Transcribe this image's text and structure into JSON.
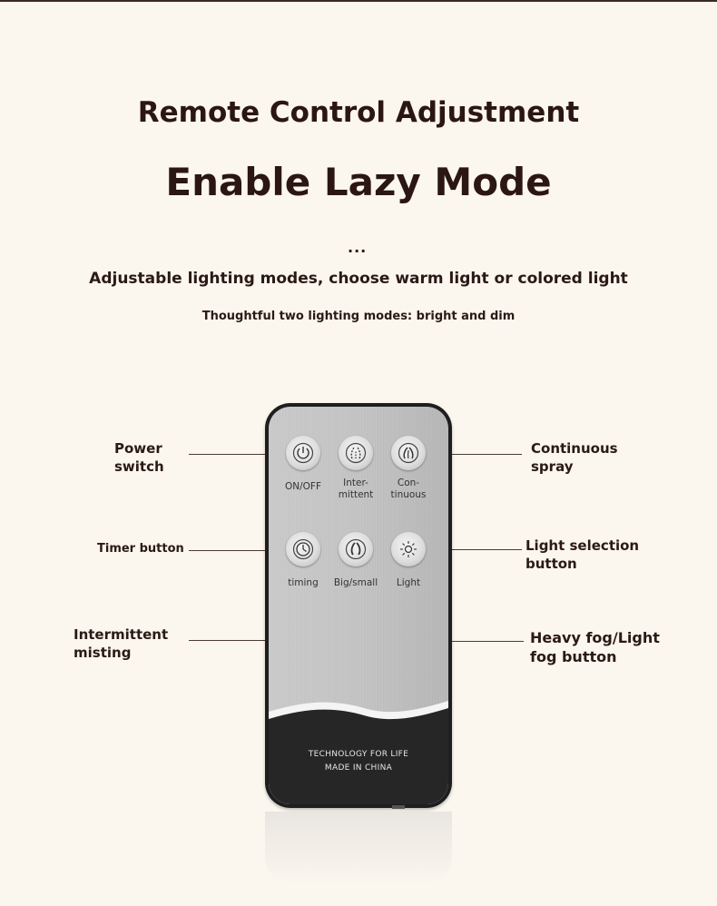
{
  "header": {
    "title": "Remote Control Adjustment",
    "headline": "Enable Lazy Mode",
    "dots": "...",
    "subtitle": "Adjustable lighting modes, choose warm light or colored light",
    "note": "Thoughtful two lighting modes: bright and dim"
  },
  "callouts": {
    "power": [
      "Power",
      "switch"
    ],
    "continuous": [
      "Continuous",
      "spray"
    ],
    "timer": "Timer button",
    "light": [
      "Light selection",
      "button"
    ],
    "intermittent": [
      "Intermittent",
      "misting"
    ],
    "fog": [
      "Heavy fog/Light",
      "fog button"
    ]
  },
  "remote": {
    "buttons": [
      {
        "label": "ON/OFF",
        "icon": "power-icon"
      },
      {
        "label_lines": [
          "Inter-",
          "mittent"
        ],
        "icon": "intermittent-spray-icon"
      },
      {
        "label_lines": [
          "Con-",
          "tinuous"
        ],
        "icon": "continuous-spray-icon"
      },
      {
        "label": "timing",
        "icon": "clock-icon"
      },
      {
        "label": "Big/small",
        "icon": "fog-size-icon"
      },
      {
        "label": "Light",
        "icon": "sun-icon"
      }
    ],
    "brand_line1": "TECHNOLOGY FOR LIFE",
    "brand_line2": "MADE IN CHINA"
  },
  "colors": {
    "background": "#fbf6ee",
    "text": "#2a1a16",
    "remote_body": "#1e1e1e"
  }
}
